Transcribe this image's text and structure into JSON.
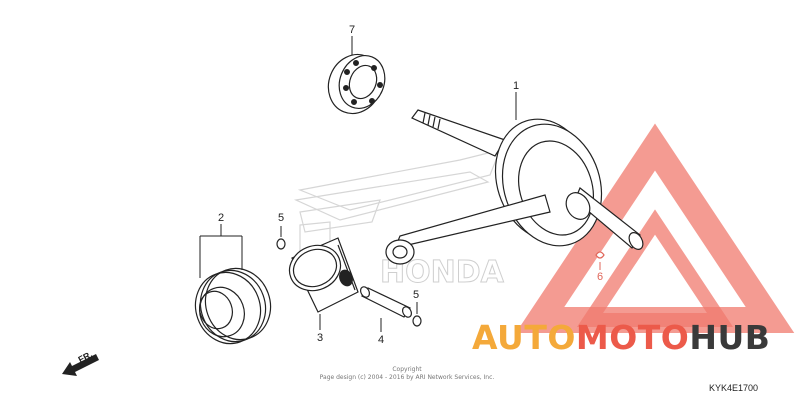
{
  "callouts": {
    "c1": "1",
    "c2": "2",
    "c3": "3",
    "c4": "4",
    "c5a": "5",
    "c5b": "5",
    "c6": "6",
    "c7": "7"
  },
  "watermark_brand": {
    "part1": "AUTO",
    "part2": "MOTO",
    "part3": "HUB",
    "colors": {
      "auto": "#f4a93a",
      "moto": "#ec5a4a",
      "hub": "#3a3a3a",
      "triangle": "#f07a6e"
    }
  },
  "copyright": {
    "line1": "Copyright",
    "line2": "Page design (c) 2004 - 2016 by ARI Network Services, Inc."
  },
  "diagram_code": "KYK4E1700",
  "direction_label": "FR.",
  "background_logo_text": "HONDA"
}
